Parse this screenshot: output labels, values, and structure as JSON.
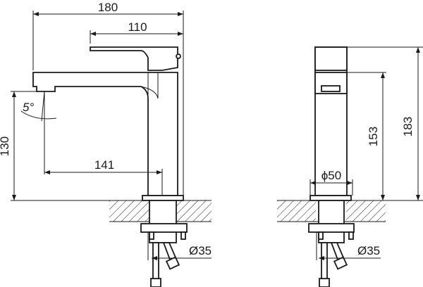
{
  "drawing": {
    "side_view": {
      "overall_width": "180",
      "handle_width": "110",
      "height_to_outlet": "130",
      "spout_reach": "141",
      "spout_angle": "5°",
      "shank_diameter": "Ø35"
    },
    "front_view": {
      "base_diameter": "ϕ50",
      "height_to_spout": "153",
      "overall_height": "183",
      "shank_diameter": "Ø35"
    },
    "line_color": "#1a1a1a"
  }
}
